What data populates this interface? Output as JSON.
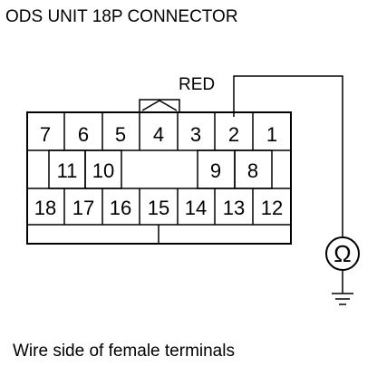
{
  "title": "ODS UNIT 18P CONNECTOR",
  "wire_label": "RED",
  "caption": "Wire side of female terminals",
  "meter_symbol": "Ω",
  "pins": {
    "row1": [
      "7",
      "6",
      "5",
      "4",
      "3",
      "2",
      "1"
    ],
    "row2": [
      "11",
      "10",
      "9",
      "8"
    ],
    "row3": [
      "18",
      "17",
      "16",
      "15",
      "14",
      "13",
      "12"
    ]
  },
  "probe_pin": "2",
  "line_color": "#000000"
}
